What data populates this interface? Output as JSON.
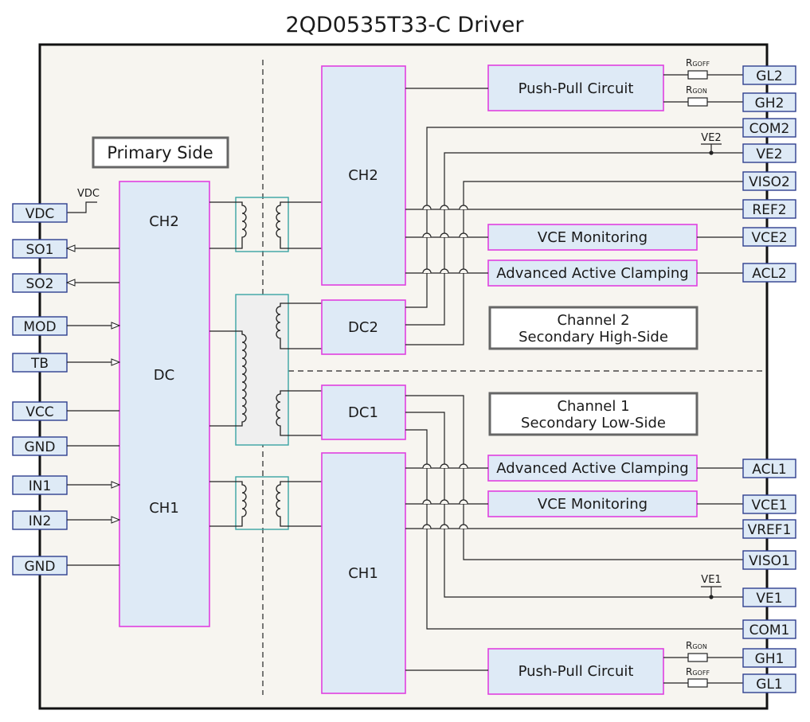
{
  "title": "2QD0535T33-C Driver",
  "colors": {
    "block_fill": "#deeaf6",
    "block_stroke": "#e040e0",
    "pin_fill": "#deeaf6",
    "pin_stroke": "#2f3f8f",
    "transformer_stroke": "#3aa3a3",
    "outline": "#111111",
    "label_box": "#666666"
  },
  "primary": {
    "label": "Primary Side",
    "ch2": "CH2",
    "dc": "DC",
    "ch1": "CH1",
    "vdc_label": "VDC"
  },
  "left_pins": [
    "VDC",
    "SO1",
    "SO2",
    "MOD",
    "TB",
    "VCC",
    "GND",
    "IN1",
    "IN2",
    "GND"
  ],
  "secondary": {
    "ch2": "CH2",
    "dc2": "DC2",
    "dc1": "DC1",
    "ch1": "CH1",
    "channel2_label": [
      "Channel 2",
      "Secondary High-Side"
    ],
    "channel1_label": [
      "Channel 1",
      "Secondary Low-Side"
    ]
  },
  "functions": {
    "push_pull_top": "Push-Pull Circuit",
    "vce_top": "VCE Monitoring",
    "aac_top": "Advanced Active Clamping",
    "aac_bottom": "Advanced Active Clamping",
    "vce_bottom": "VCE Monitoring",
    "push_pull_bottom": "Push-Pull Circuit"
  },
  "resistors": {
    "r_letter": "R",
    "goff": "GOFF",
    "gon": "GON"
  },
  "right_pins_top": [
    "GL2",
    "GH2",
    "COM2",
    "VE2",
    "VISO2",
    "REF2",
    "VCE2",
    "ACL2"
  ],
  "right_pins_bottom": [
    "ACL1",
    "VCE1",
    "VREF1",
    "VISO1",
    "VE1",
    "COM1",
    "GH1",
    "GL1"
  ],
  "ve2_label": "VE2",
  "ve1_label": "VE1"
}
